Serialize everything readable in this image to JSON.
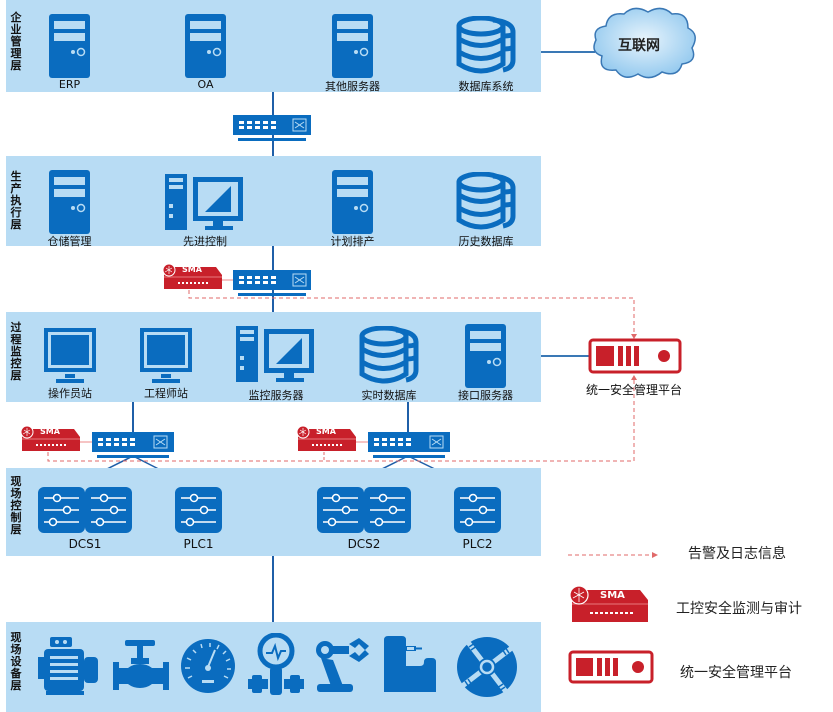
{
  "layers": [
    {
      "id": "enterprise",
      "label": "企业管理层"
    },
    {
      "id": "production",
      "label": "生产执行层"
    },
    {
      "id": "process",
      "label": "过程监控层"
    },
    {
      "id": "field-control",
      "label": "现场控制层"
    },
    {
      "id": "field-device",
      "label": "现场设备层"
    }
  ],
  "enterprise_devices": [
    {
      "label": "ERP",
      "icon": "server-icon"
    },
    {
      "label": "OA",
      "icon": "server-icon"
    },
    {
      "label": "其他服务器",
      "icon": "server-icon"
    },
    {
      "label": "数据库系统",
      "icon": "database-icon"
    }
  ],
  "production_devices": [
    {
      "label": "仓储管理",
      "icon": "server-icon"
    },
    {
      "label": "先进控制",
      "icon": "workstation-icon"
    },
    {
      "label": "计划排产",
      "icon": "server-icon"
    },
    {
      "label": "历史数据库",
      "icon": "database-icon"
    }
  ],
  "process_devices": [
    {
      "label": "操作员站",
      "icon": "monitor-icon"
    },
    {
      "label": "工程师站",
      "icon": "monitor-icon"
    },
    {
      "label": "监控服务器",
      "icon": "workstation-icon"
    },
    {
      "label": "实时数据库",
      "icon": "database-icon"
    },
    {
      "label": "接口服务器",
      "icon": "server-icon"
    }
  ],
  "control_devices": [
    {
      "label": "DCS1",
      "icon": "controller-icon"
    },
    {
      "label": "PLC1",
      "icon": "controller-icon"
    },
    {
      "label": "DCS2",
      "icon": "controller-icon"
    },
    {
      "label": "PLC2",
      "icon": "controller-icon"
    }
  ],
  "field_devices": [
    {
      "name": "motor-icon"
    },
    {
      "name": "valve-icon"
    },
    {
      "name": "gauge-icon"
    },
    {
      "name": "pressure-transmitter-icon"
    },
    {
      "name": "robot-arm-icon"
    },
    {
      "name": "machine-tool-icon"
    },
    {
      "name": "fan-icon"
    }
  ],
  "cloud": {
    "label": "互联网"
  },
  "sma": {
    "label": "SMA"
  },
  "platform": {
    "label": "统一安全管理平台"
  },
  "legend": [
    {
      "label": "告警及日志信息",
      "icon": "dashed-arrow-icon"
    },
    {
      "label": "工控安全监测与审计",
      "icon": "sma-icon"
    },
    {
      "label": "统一安全管理平台",
      "icon": "platform-icon"
    }
  ],
  "colors": {
    "layer_bg": "#b8dcf4",
    "device_blue": "#0a6cbf",
    "alert_red": "#c8202a",
    "dash_red": "#e06a6a"
  }
}
